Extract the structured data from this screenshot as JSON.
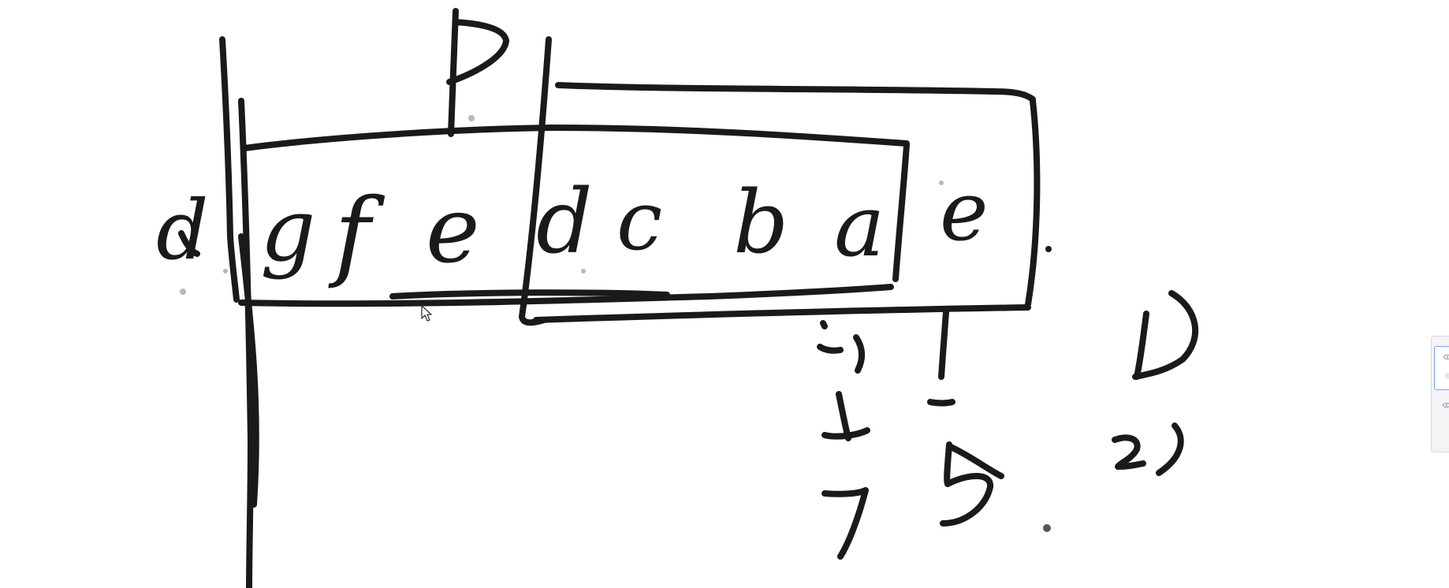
{
  "diagram": {
    "marker_label": "P",
    "sequence_letters": [
      "d",
      "g",
      "f",
      "e",
      "d",
      "c",
      "b",
      "a",
      "e"
    ],
    "annotations": [
      "i-1",
      "!",
      "D"
    ],
    "results": [
      "7",
      "5",
      "2)"
    ],
    "ink_color": "#1a1a1a"
  },
  "side_panel": {
    "layers": [
      {
        "icon": "eye-icon",
        "active": true
      },
      {
        "icon": "eye-icon",
        "active": false
      }
    ]
  },
  "cursor": {
    "icon": "arrow-pointer-icon"
  }
}
